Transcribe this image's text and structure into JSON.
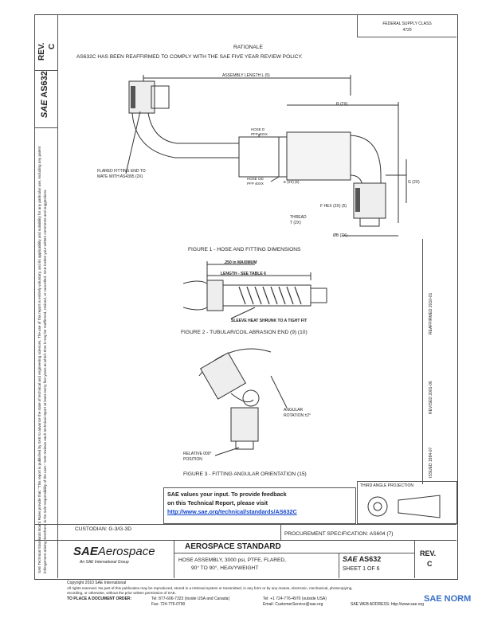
{
  "left_margin": {
    "rev_label": "REV.",
    "rev_value": "C",
    "doc_id": "AS632",
    "logo": "SAE",
    "disclaimer": "SAE Technical Standards Board Rules provide that: \"This report is published by SAE to advance the state of technical and engineering sciences. The use of this report is entirely voluntary, and its applicability and suitability for any particular use, including any patent infringement arising therefrom, is the sole responsibility of the user.\" SAE reviews each technical report at least every five years at which time it may be reaffirmed, revised, or cancelled. SAE invites your written comments and suggestions."
  },
  "header": {
    "fsc_line1": "FEDERAL SUPPLY CLASS",
    "fsc_line2": "4720",
    "rationale_title": "RATIONALE",
    "rationale_text": "AS632C HAS BEEN REAFFIRMED TO COMPLY WITH THE SAE FIVE YEAR REVIEW POLICY."
  },
  "figure1": {
    "assembly_length": "ASSEMBLY LENGTH L (5)",
    "dim_r": "R (2X)",
    "hose_d": "HOSE D",
    "pfp": "PFP 40XX",
    "hose_od": "HOSE OD",
    "pfp2": "PFP 40XX",
    "e_label": "E (2X) (5)",
    "flared_line1": "FLARED FITTING END TO",
    "flared_line2": "MATE WITH AS4395 (2X)",
    "g_label": "G (2X)",
    "f_hex": "F HEX (2X) (5)",
    "thread": "THREAD",
    "thread_t": "T (2X)",
    "phi_b": "ØB (2X)",
    "caption": "FIGURE 1 - HOSE AND FITTING DIMENSIONS"
  },
  "figure2": {
    "max_label": ".250 in MAXIMUM",
    "length_label": "LENGTH - SEE TABLE 6",
    "sleeve_label": "SLEEVE HEAT SHRUNK TO A TIGHT FIT",
    "caption": "FIGURE 2 - TUBULAR/COIL ABRASION END (9) (10)"
  },
  "figure3": {
    "angular_line1": "ANGULAR",
    "angular_line2": "ROTATION ±2°",
    "relative_line1": "RELATIVE 000°",
    "relative_line2": "POSITION",
    "caption": "FIGURE 3 - FITTING ANGULAR ORIENTATION (15)"
  },
  "right_vertical": {
    "text1": "ISSUED 1984-07",
    "text2": "REVISED 2001-06",
    "text3": "REAFFIRMED 2010-01"
  },
  "feedback": {
    "line1": "SAE values your input. To provide feedback",
    "line2": "on this Technical Report, please visit",
    "url": "http://www.sae.org/technical/standards/AS632C"
  },
  "projection": {
    "label": "THIRD ANGLE PROJECTION"
  },
  "title_block": {
    "custodian": "CUSTODIAN: G-3/G-3D",
    "procurement": "PROCUREMENT SPECIFICATION: AS604 (7)",
    "logo_sae": "SAE",
    "logo_aero": "Aerospace",
    "logo_sub": "An SAE International Group",
    "standard": "AEROSPACE STANDARD",
    "title_line1": "HOSE ASSEMBLY, 3000 psi, PTFE, FLARED,",
    "title_line2": "90° TO 90°, HEAVYWEIGHT",
    "doc_logo": "SAE",
    "doc_number": "AS632",
    "sheet": "SHEET 1 OF 6",
    "rev_label": "REV.",
    "rev_value": "C"
  },
  "footer": {
    "copyright": "Copyright 2010 SAE International",
    "rights": "All rights reserved. No part of this publication may be reproduced, stored in a retrieval system or transmitted, in any form or by any means, electronic, mechanical, photocopying,",
    "rights2": "recording, or otherwise, without the prior written permission of SAE.",
    "order_label": "TO PLACE A DOCUMENT ORDER:",
    "tel1": "Tel: 877-606-7323 (inside USA and Canada)",
    "tel2": "Tel: +1 724-776-4970 (outside USA)",
    "fax": "Fax: 724-776-0790",
    "email": "Email: CustomerService@sae.org",
    "web": "SAE WEB ADDRESS: http://www.sae.org",
    "watermark": "SAE NORM"
  }
}
